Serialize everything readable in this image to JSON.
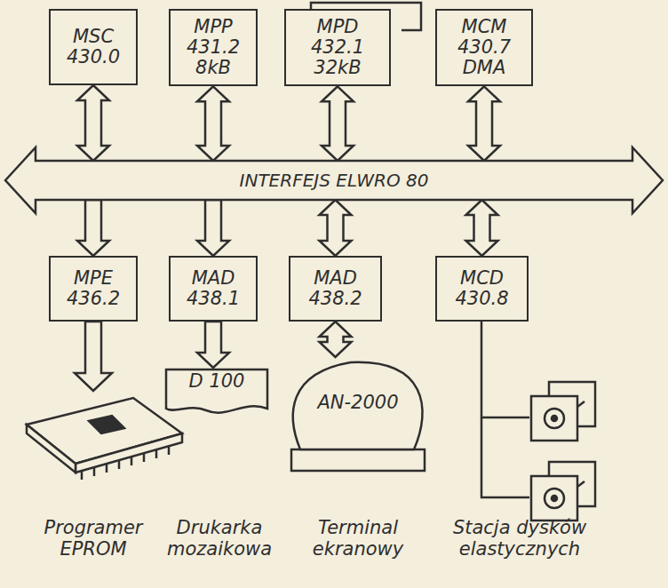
{
  "diagram": {
    "nodes": [
      {
        "text": [
          "MSC 430.0"
        ]
      },
      {
        "text": [
          "MPP 431.2 8kB"
        ]
      },
      {
        "text": [
          "MPD 432.1 32kB"
        ]
      },
      {
        "text": [
          "MCM 430.7 DMA"
        ]
      },
      {
        "text": [
          "INTERFEJS ELWRO 80"
        ]
      },
      {
        "text": [
          "MPE 436.2"
        ]
      },
      {
        "text": [
          "MAD 438.1"
        ]
      },
      {
        "text": [
          "MAD 438.2"
        ]
      },
      {
        "text": [
          "MCD 430.8"
        ]
      },
      {
        "text": [
          "D 100"
        ]
      },
      {
        "text": [
          "AN-2000"
        ]
      }
    ],
    "edges": [
      {
        "from": 0,
        "to": 4,
        "arrow": "both"
      },
      {
        "from": 1,
        "to": 4,
        "arrow": "both"
      },
      {
        "from": 2,
        "to": 4,
        "arrow": "both"
      },
      {
        "from": 3,
        "to": 4,
        "arrow": "both"
      },
      {
        "from": 4,
        "to": 5,
        "arrow": "to"
      },
      {
        "from": 4,
        "to": 6,
        "arrow": "to"
      },
      {
        "from": 4,
        "to": 7,
        "arrow": "both"
      },
      {
        "from": 4,
        "to": 8,
        "arrow": "both"
      },
      {
        "from": 6,
        "to": 9,
        "arrow": "to"
      },
      {
        "from": 7,
        "to": 10,
        "arrow": "both"
      }
    ],
    "labels": [
      "Programer EPROM",
      "Drukarka mozaikowa",
      "Terminal ekranowy",
      "Stacja dysków elastycznych"
    ]
  }
}
